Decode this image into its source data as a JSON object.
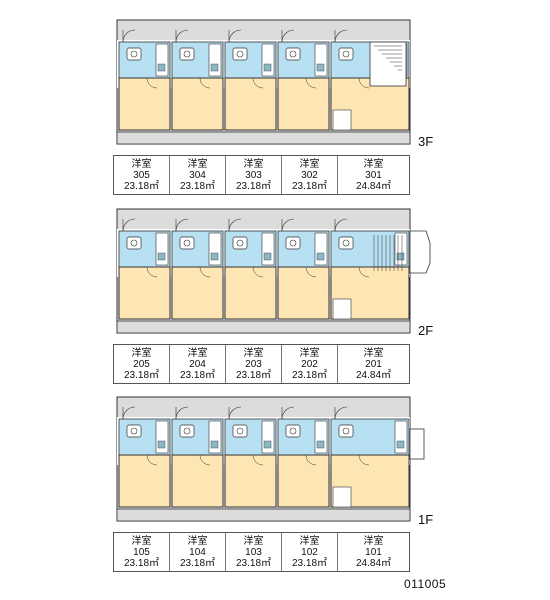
{
  "floors": [
    {
      "label": "3F",
      "units": [
        {
          "type": "洋室",
          "number": "305",
          "area": "23.18㎡"
        },
        {
          "type": "洋室",
          "number": "304",
          "area": "23.18㎡"
        },
        {
          "type": "洋室",
          "number": "303",
          "area": "23.18㎡"
        },
        {
          "type": "洋室",
          "number": "302",
          "area": "23.18㎡"
        },
        {
          "type": "洋室",
          "number": "301",
          "area": "24.84㎡"
        }
      ]
    },
    {
      "label": "2F",
      "units": [
        {
          "type": "洋室",
          "number": "205",
          "area": "23.18㎡"
        },
        {
          "type": "洋室",
          "number": "204",
          "area": "23.18㎡"
        },
        {
          "type": "洋室",
          "number": "203",
          "area": "23.18㎡"
        },
        {
          "type": "洋室",
          "number": "202",
          "area": "23.18㎡"
        },
        {
          "type": "洋室",
          "number": "201",
          "area": "24.84㎡"
        }
      ]
    },
    {
      "label": "1F",
      "units": [
        {
          "type": "洋室",
          "number": "105",
          "area": "23.18㎡"
        },
        {
          "type": "洋室",
          "number": "104",
          "area": "23.18㎡"
        },
        {
          "type": "洋室",
          "number": "103",
          "area": "23.18㎡"
        },
        {
          "type": "洋室",
          "number": "102",
          "area": "23.18㎡"
        },
        {
          "type": "洋室",
          "number": "101",
          "area": "24.84㎡"
        }
      ]
    }
  ],
  "code": "011005",
  "colors": {
    "room": "#fde5b4",
    "bath": "#b7e0f2",
    "corridor": "#dcdcdc",
    "wall": "#333333"
  }
}
